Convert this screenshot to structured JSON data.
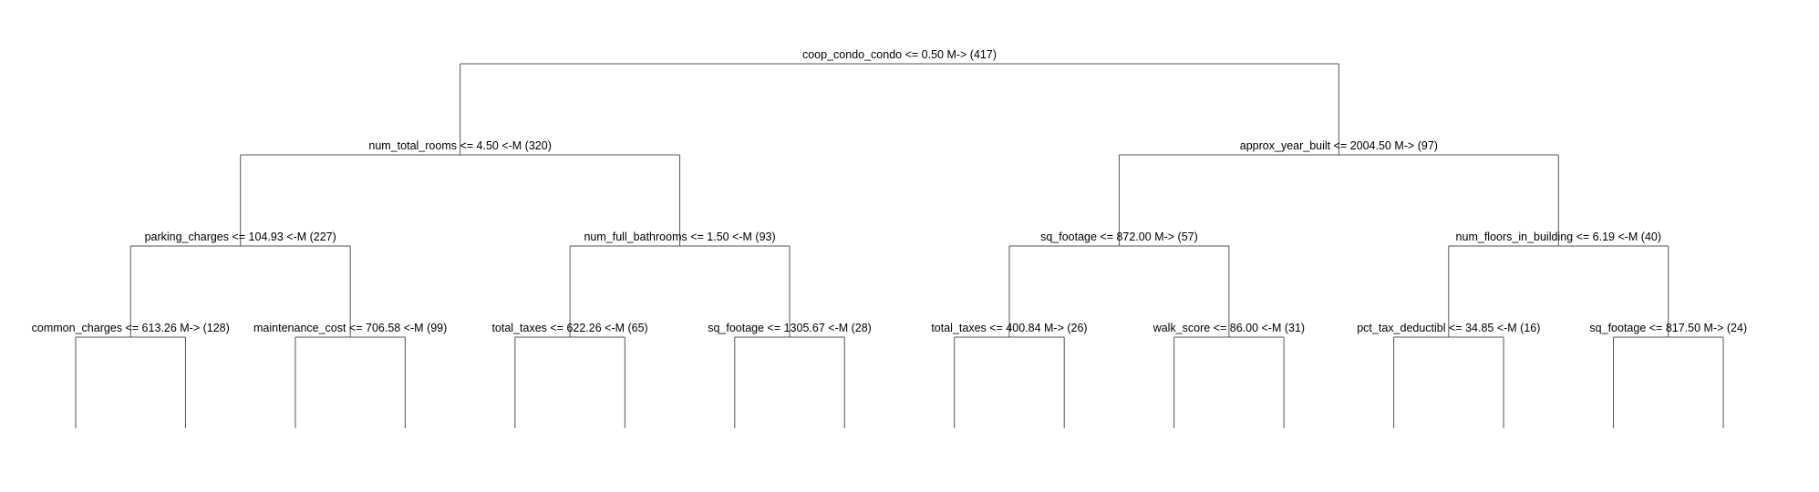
{
  "tree": {
    "line_color": "#555555",
    "text_color": "#000000",
    "background": "#ffffff",
    "depth": 4,
    "root": {
      "label": "coop_condo_condo <= 0.50 M-> (417)",
      "children": [
        {
          "label": "num_total_rooms <= 4.50 <-M (320)",
          "children": [
            {
              "label": "parking_charges <= 104.93 <-M (227)",
              "children": [
                {
                  "label": "common_charges <= 613.26 M-> (128)",
                  "children": []
                },
                {
                  "label": "maintenance_cost <= 706.58 <-M (99)",
                  "children": []
                }
              ]
            },
            {
              "label": "num_full_bathrooms <= 1.50 <-M (93)",
              "children": [
                {
                  "label": "total_taxes <= 622.26 <-M (65)",
                  "children": []
                },
                {
                  "label": "sq_footage <= 1305.67 <-M (28)",
                  "children": []
                }
              ]
            }
          ]
        },
        {
          "label": "approx_year_built <= 2004.50 M-> (97)",
          "children": [
            {
              "label": "sq_footage <= 872.00 M-> (57)",
              "children": [
                {
                  "label": "total_taxes <= 400.84 M-> (26)",
                  "children": []
                },
                {
                  "label": "walk_score <= 86.00 <-M (31)",
                  "children": []
                }
              ]
            },
            {
              "label": "num_floors_in_building <= 6.19 <-M (40)",
              "children": [
                {
                  "label": "pct_tax_deductibl <= 34.85 <-M (16)",
                  "children": []
                },
                {
                  "label": "sq_footage <= 817.50 M-> (24)",
                  "children": []
                }
              ]
            }
          ]
        }
      ]
    }
  }
}
